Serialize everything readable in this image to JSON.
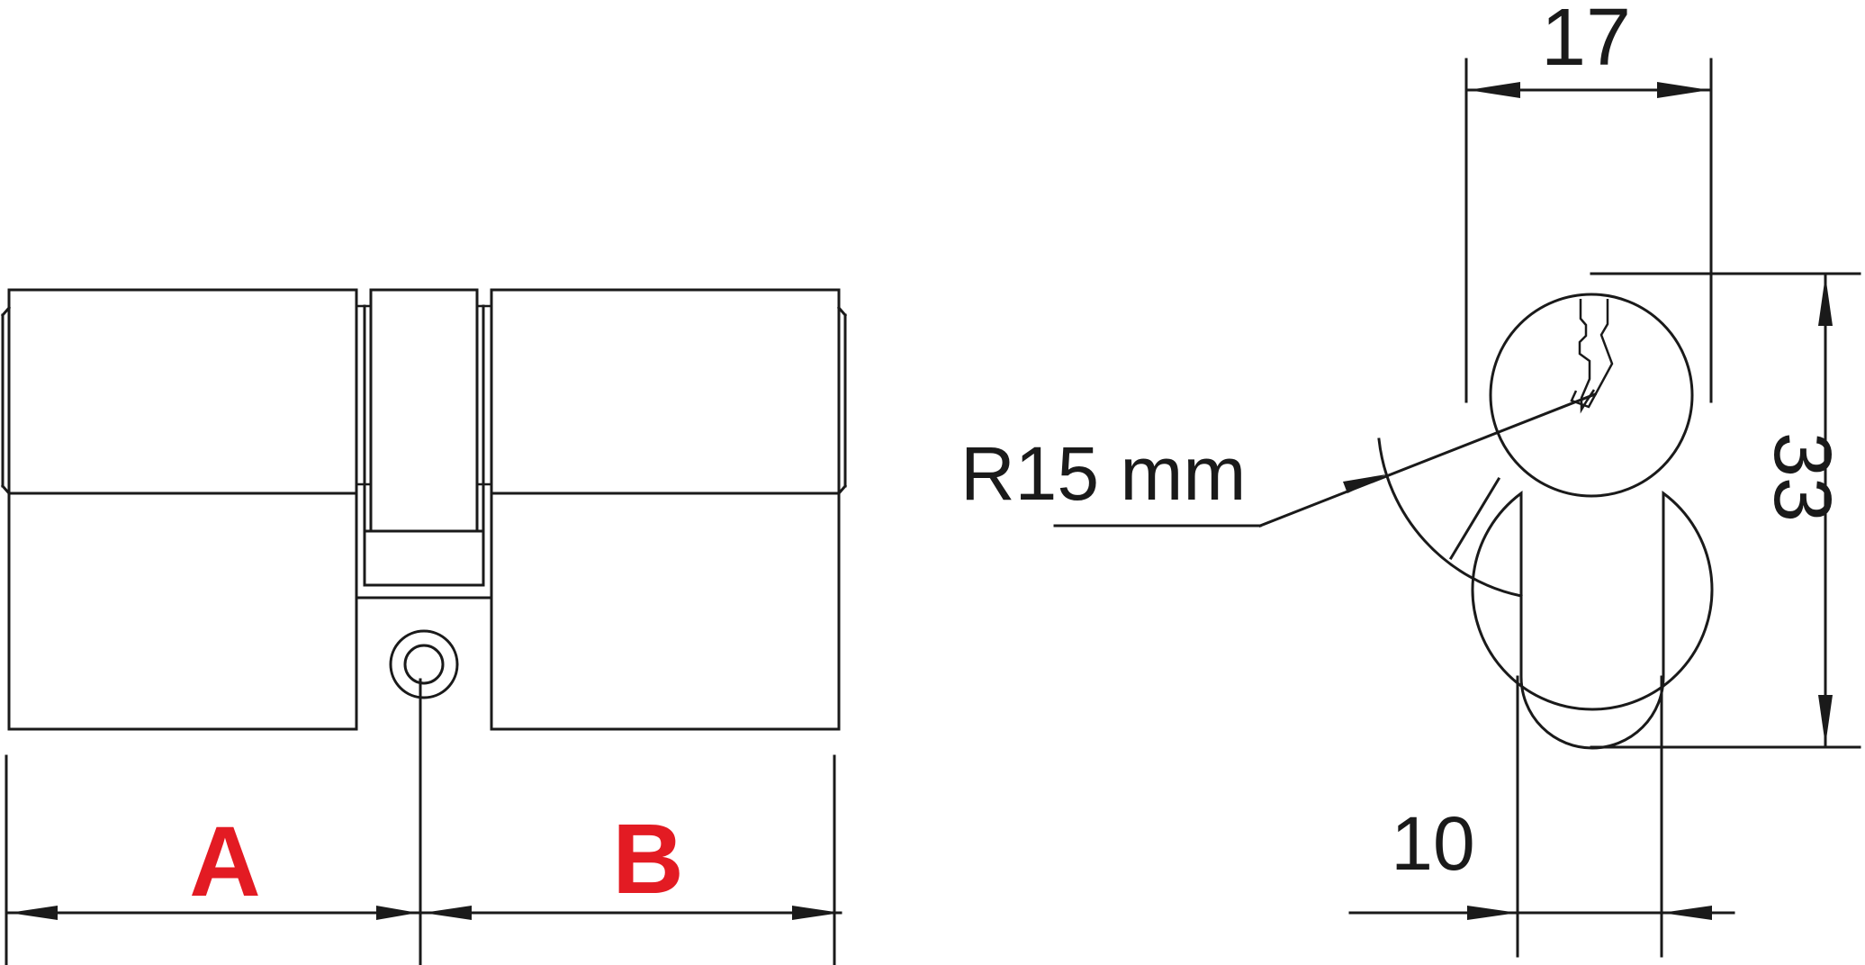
{
  "side_view": {
    "dim_a_label": "A",
    "dim_b_label": "B"
  },
  "front_view": {
    "dim_width_top": "17",
    "dim_height": "33",
    "dim_radius": "R15 mm",
    "dim_width_bottom": "10"
  },
  "colors": {
    "line": "#1a1a1a",
    "accent_red": "#e31b23",
    "background": "#ffffff"
  }
}
